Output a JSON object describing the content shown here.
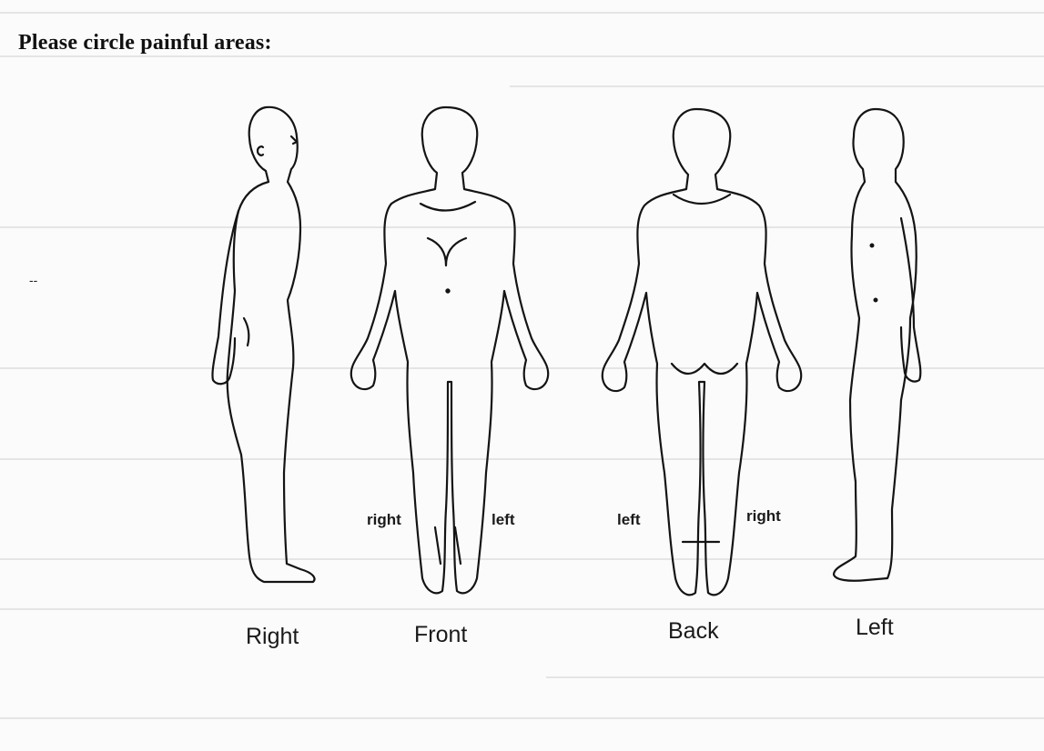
{
  "title": "Please circle painful areas:",
  "side_labels": {
    "front_right": "right",
    "front_left": "left",
    "back_left": "left",
    "back_right": "right"
  },
  "views": {
    "right": "Right",
    "front": "Front",
    "back": "Back",
    "left": "Left"
  },
  "margin_mark": "--"
}
